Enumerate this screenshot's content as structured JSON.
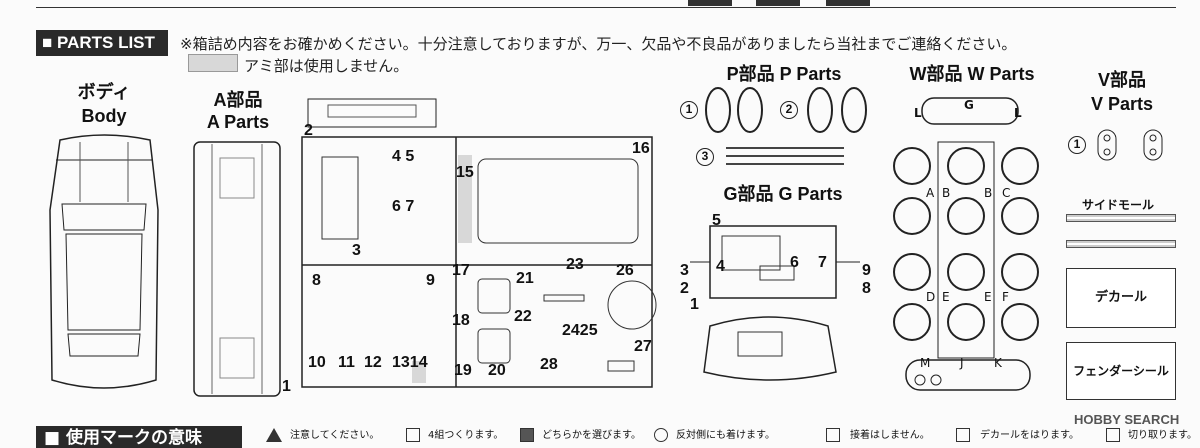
{
  "header": {
    "parts_list_label": "PARTS LIST",
    "notice_line1": "※箱詰め内容をお確かめください。十分注意しておりますが、万一、欠品や不良品がありましたら当社までご連絡ください。",
    "notice_line2": "アミ部は使用しません。"
  },
  "sections": {
    "body_jp": "ボディ",
    "body_en": "Body",
    "a_jp": "A部品",
    "a_en": "A Parts",
    "p_title": "P部品  P Parts",
    "w_title": "W部品  W Parts",
    "v_jp": "V部品",
    "v_en": "V Parts",
    "g_title": "G部品  G Parts"
  },
  "labels": {
    "body_num": "1",
    "frame_2": "2",
    "p3": "3",
    "p45": "4 5",
    "p67": "6 7",
    "p15": "15",
    "p16": "16",
    "p8": "8",
    "p9": "9",
    "p10": "10",
    "p11": "11",
    "p12": "12",
    "p1314": "1314",
    "p17": "17",
    "p18": "18",
    "p19": "19",
    "p20": "20",
    "p21": "21",
    "p22": "22",
    "p23": "23",
    "p2425": "2425",
    "p26": "26",
    "p27": "27",
    "p28": "28",
    "pc1": "1",
    "pc2": "2",
    "pc3": "3",
    "g5": "5",
    "g4": "4",
    "g6": "6",
    "g7": "7",
    "g3": "3",
    "g2": "2",
    "g9": "9",
    "g8": "8",
    "g1": "1",
    "wL1": "L",
    "wG": "G",
    "wL2": "L",
    "wA1": "A",
    "wB1": "B",
    "wB2": "B",
    "wC": "C",
    "wD": "D",
    "wE1": "E",
    "wE2": "E",
    "wF": "F",
    "wM": "M",
    "wJ": "J",
    "wK": "K",
    "vc1": "1"
  },
  "boxes": {
    "side_mold": "サイドモール",
    "decal": "デカール",
    "fender_seal": "フェンダーシール"
  },
  "footer": {
    "title": "使用マークの意味",
    "items": [
      "注意してください。",
      "4組つくります。",
      "どちらかを選びます。",
      "反対側にも着けます。",
      "接着はしません。",
      "デカールをはります。",
      "切り取ります。"
    ]
  },
  "watermark": "HOBBY SEARCH"
}
